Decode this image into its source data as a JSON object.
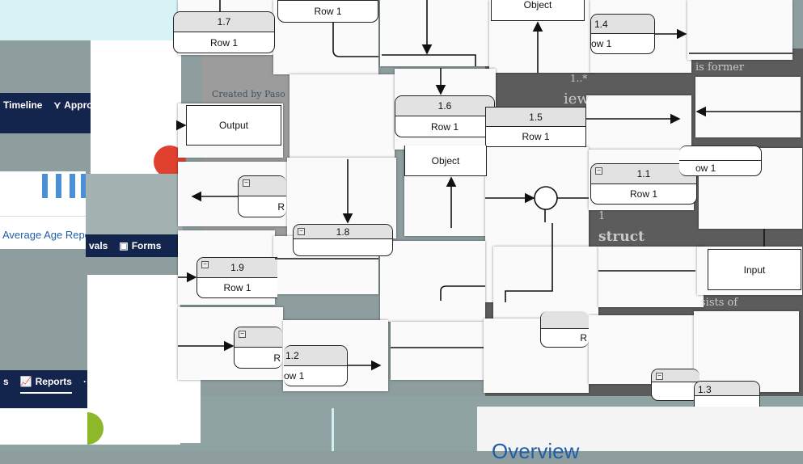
{
  "nav_top": {
    "items": [
      "Timeline",
      "Approv"
    ]
  },
  "nav_mid": {
    "items": [
      "vals",
      "Forms"
    ]
  },
  "nav_bottom": {
    "items": [
      "s",
      "Reports"
    ],
    "more": "···"
  },
  "report_card": {
    "title": "Average Age Repo"
  },
  "background_text": {
    "created": "Created by Paso",
    "view": "iew",
    "struct": "struct",
    "mult_many": "1..*",
    "mult_one": "1",
    "consists": "sists of",
    "formed": "is former"
  },
  "diagram": {
    "entities": [
      {
        "id": "1.7",
        "row": "Row 1"
      },
      {
        "id": "1.4",
        "row": "ow 1"
      },
      {
        "id": "1.6",
        "row": "Row 1"
      },
      {
        "id": "1.5",
        "row": "Row 1"
      },
      {
        "id": "1.1",
        "row": "Row 1"
      },
      {
        "id": "1.8",
        "row": ""
      },
      {
        "id": "1.9",
        "row": "Row 1"
      },
      {
        "id": "1.2",
        "row": "ow 1"
      },
      {
        "id": "1.3",
        "row": ""
      }
    ],
    "fragments": {
      "row_top": "Row 1",
      "row_right": "ow 1",
      "r_cut": "R",
      "r_cut2": "R",
      "r_cut3": "R"
    },
    "boxes": {
      "output": "Output",
      "input": "Input",
      "object_top": "Object",
      "object_mid": "Object"
    }
  },
  "overview": {
    "title": "Overview"
  },
  "colors": {
    "nav": "#14254d",
    "accent": "#1f5fa8",
    "bar": "#4a8fd8"
  }
}
